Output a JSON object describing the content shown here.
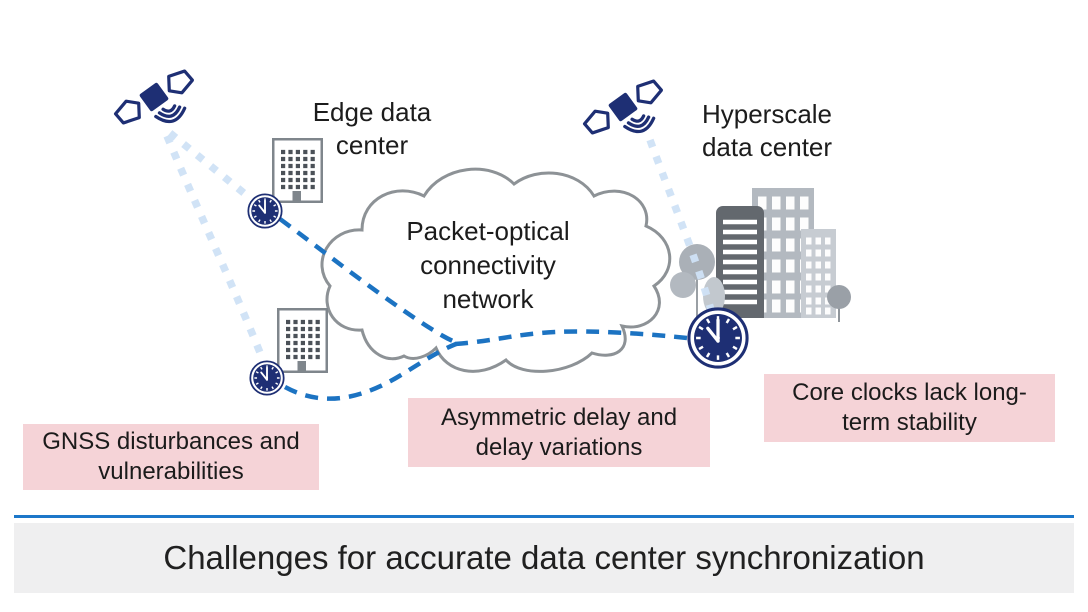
{
  "labels": {
    "edge": {
      "line1": "Edge data",
      "line2": "center"
    },
    "hyperscale": {
      "line1": "Hyperscale",
      "line2": "data center"
    },
    "cloud": {
      "line1": "Packet-optical",
      "line2": "connectivity",
      "line3": "network"
    }
  },
  "callouts": {
    "gnss": {
      "line1": "GNSS disturbances and",
      "line2": "vulnerabilities"
    },
    "asymmetric": {
      "line1": "Asymmetric delay and",
      "line2": "delay variations"
    },
    "core": {
      "line1": "Core clocks lack long-",
      "line2": "term stability"
    }
  },
  "banner": {
    "text": "Challenges for accurate data center synchronization"
  },
  "icons": {
    "satellite": "gnss-satellite-icon",
    "clock": "sync-clock-icon",
    "edge_building": "edge-data-center-building-icon",
    "hyperscale_buildings": "hyperscale-city-buildings-icon",
    "cloud": "network-cloud-shape",
    "signal": "gnss-signal-dashed-path",
    "link": "network-dashed-link"
  },
  "colors": {
    "navy": "#1e2f74",
    "link_blue": "#1c73c2",
    "signal_blue": "#cfe2f6",
    "callout_bg": "#f5d3d7",
    "banner_bg": "#efeff0",
    "rule": "#1c77c9",
    "cloud_stroke": "#8d9296",
    "building_stroke": "#7f868c"
  }
}
